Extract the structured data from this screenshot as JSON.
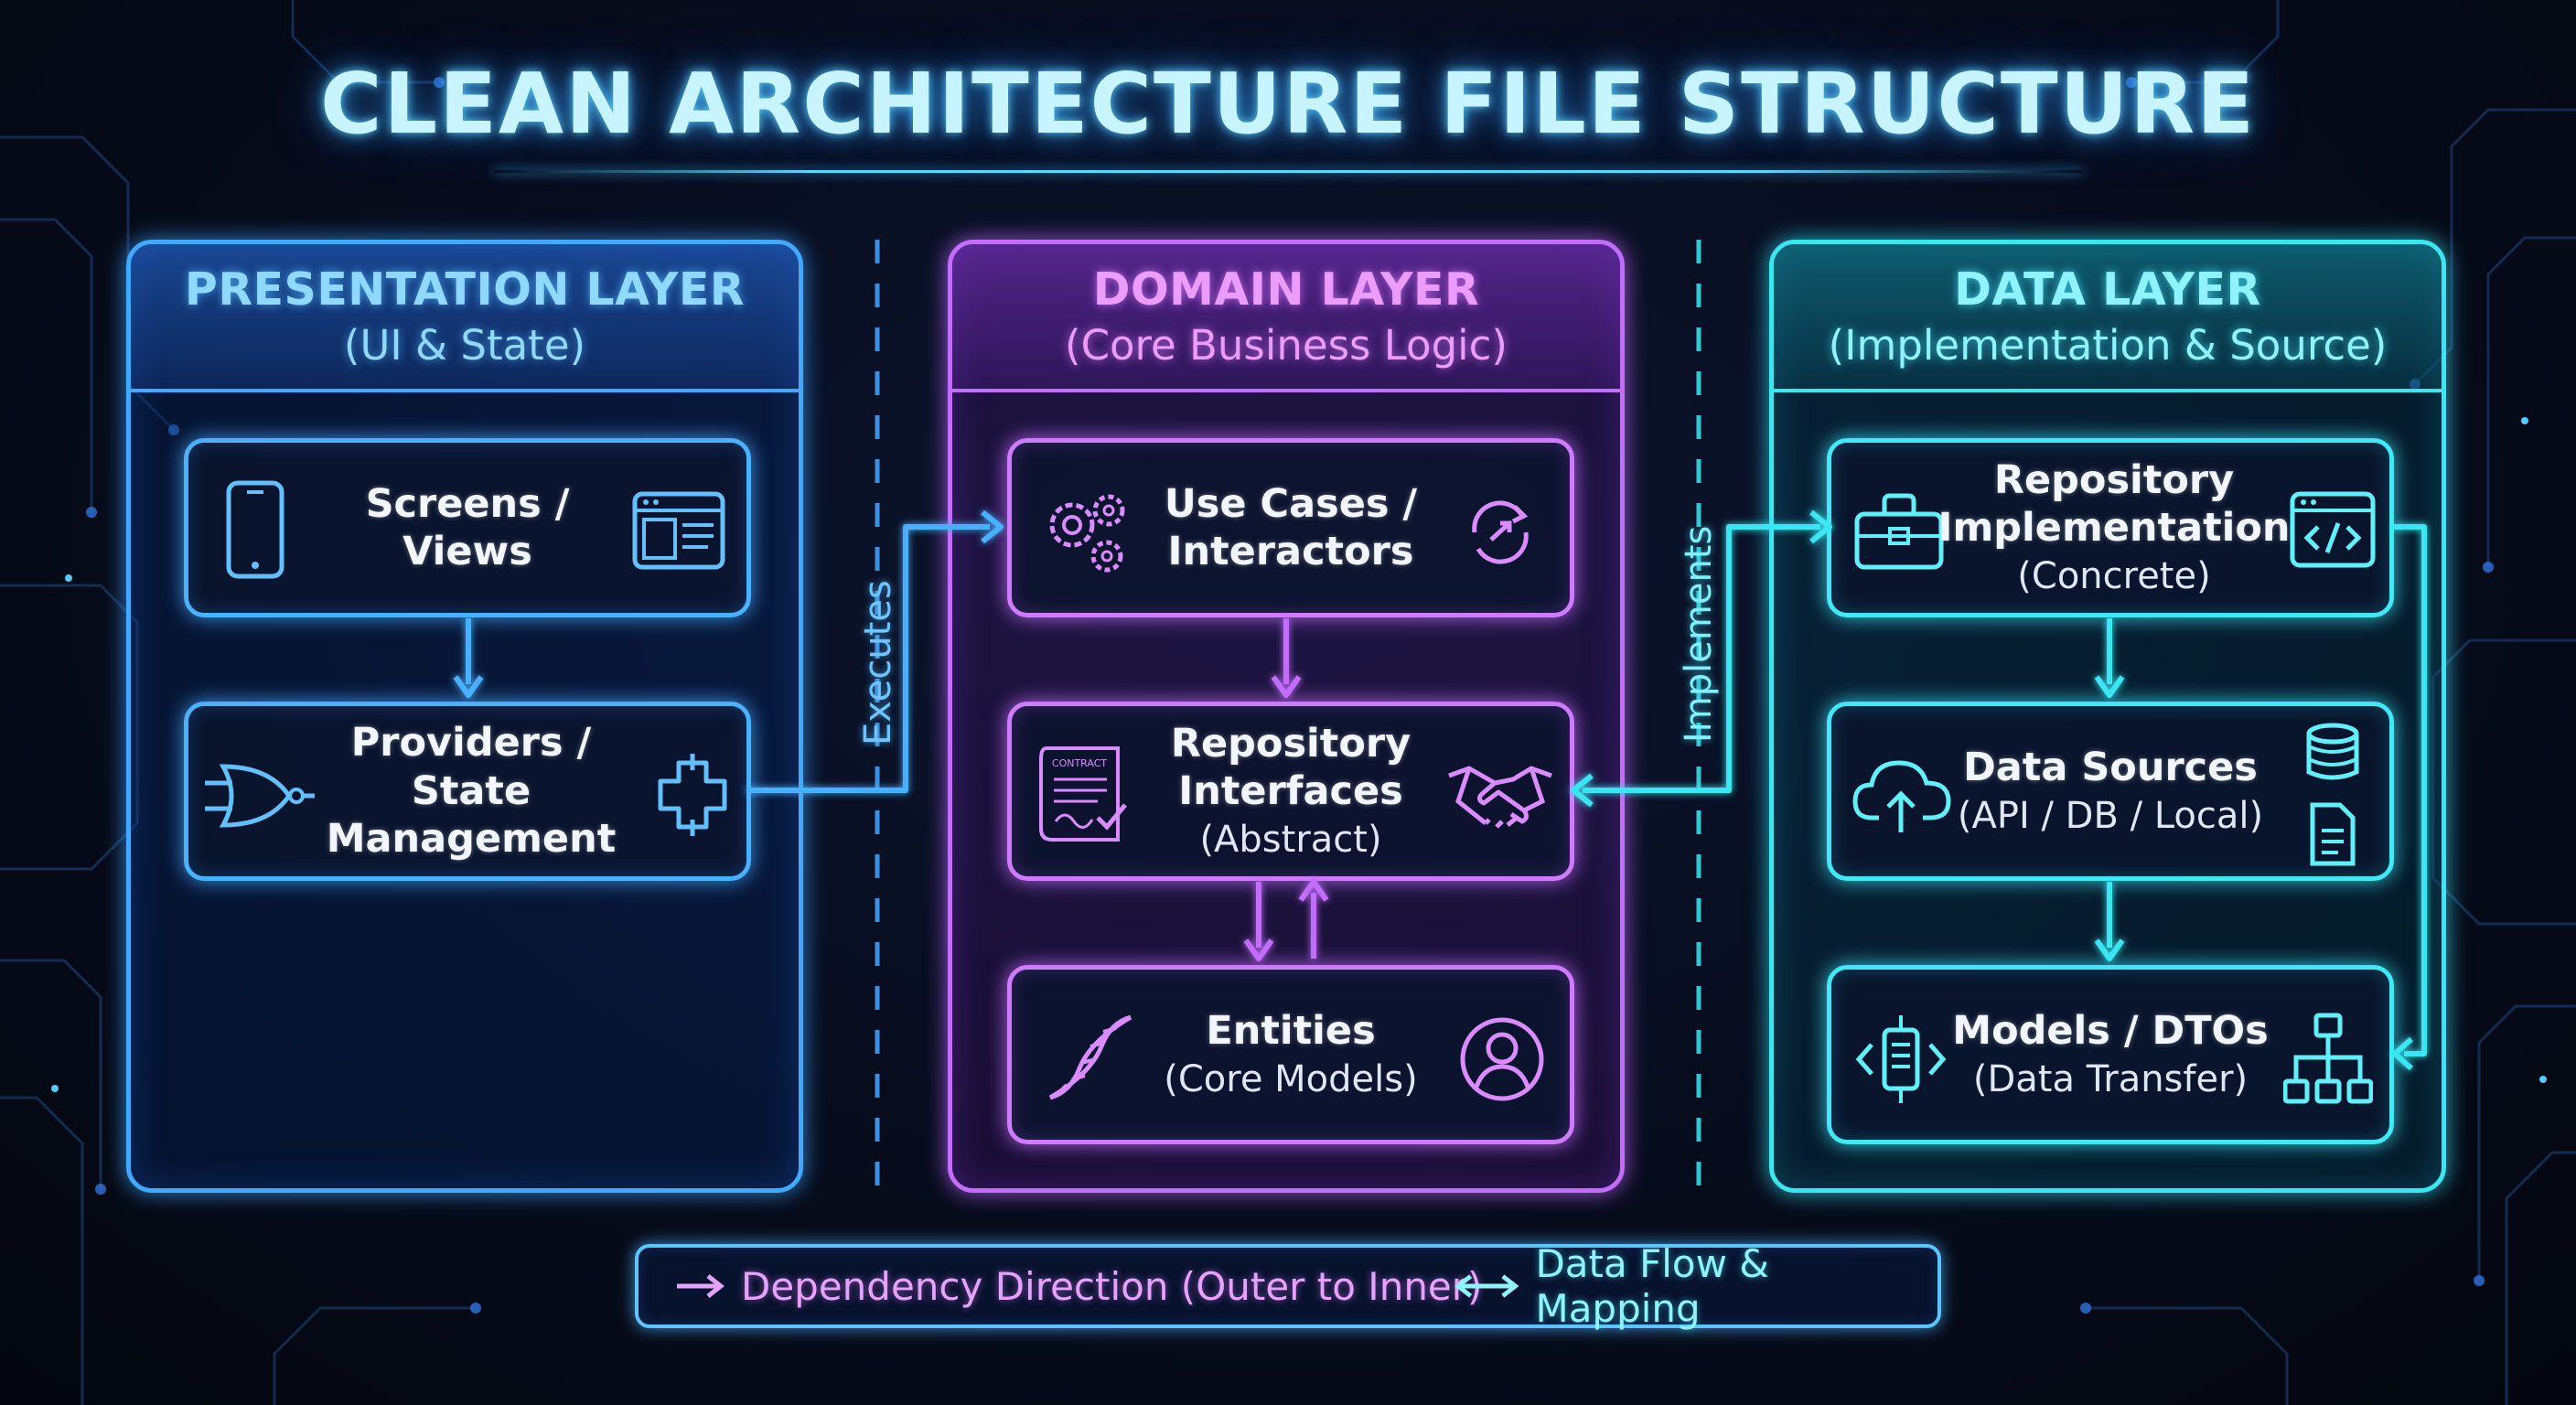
{
  "title": "CLEAN ARCHITECTURE FILE STRUCTURE",
  "colors": {
    "presentation": "#43a8ff",
    "domain": "#c46cff",
    "data": "#3be6f2",
    "background": "#070c1c"
  },
  "layers": {
    "presentation": {
      "title": "PRESENTATION LAYER",
      "subtitle": "(UI & State)",
      "cards": [
        {
          "title": "Screens /\nViews",
          "subtitle": "",
          "icon_left": "smartphone-icon",
          "icon_right": "browser-window-icon"
        },
        {
          "title": "Providers /\nState Management",
          "subtitle": "",
          "icon_left": "logic-gate-icon",
          "icon_right": "state-node-icon"
        }
      ]
    },
    "domain": {
      "title": "DOMAIN LAYER",
      "subtitle": "(Core Business Logic)",
      "cards": [
        {
          "title": "Use Cases /\nInteractors",
          "subtitle": "",
          "icon_left": "gears-icon",
          "icon_right": "refresh-arrow-icon"
        },
        {
          "title": "Repository\nInterfaces",
          "subtitle": "(Abstract)",
          "icon_left": "contract-icon",
          "icon_left_text": "CONTRACT",
          "icon_right": "handshake-icon"
        },
        {
          "title": "Entities",
          "subtitle": "(Core Models)",
          "icon_left": "dna-icon",
          "icon_right": "user-icon"
        }
      ]
    },
    "data": {
      "title": "DATA LAYER",
      "subtitle": "(Implementation & Source)",
      "cards": [
        {
          "title": "Repository\nImplementation",
          "subtitle": "(Concrete)",
          "icon_left": "toolbox-icon",
          "icon_right": "code-window-icon"
        },
        {
          "title": "Data Sources",
          "subtitle": "(API / DB / Local)",
          "icon_left": "cloud-upload-icon",
          "icon_right": "database-file-icon"
        },
        {
          "title": "Models / DTOs",
          "subtitle": "(Data Transfer)",
          "icon_left": "data-model-icon",
          "icon_right": "hierarchy-icon"
        }
      ]
    }
  },
  "connectors": {
    "executes": "Executes",
    "implements": "Implements"
  },
  "legend": {
    "dependency": "Dependency Direction (Outer to Inner)",
    "data_flow": "Data Flow & Mapping"
  }
}
